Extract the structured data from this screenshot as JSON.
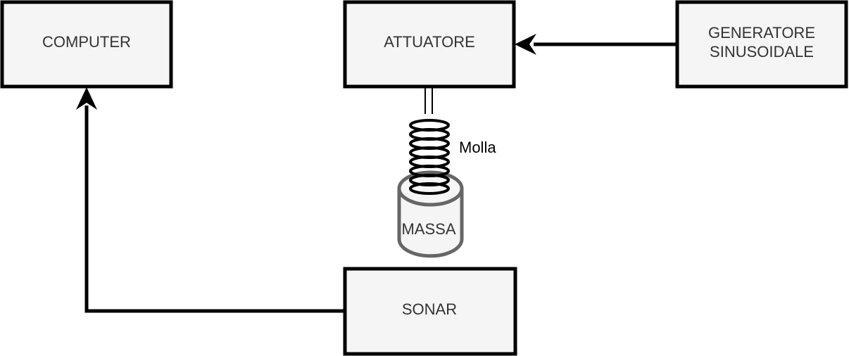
{
  "diagram": {
    "computer": {
      "label": "COMPUTER"
    },
    "actuator": {
      "label": "ATTUATORE"
    },
    "generator": {
      "label_line1": "GENERATORE",
      "label_line2": "SINUSOIDALE"
    },
    "sonar": {
      "label": "SONAR"
    },
    "mass": {
      "label": "MASSA"
    },
    "spring": {
      "label": "Molla"
    }
  },
  "colors": {
    "box_fill": "#f5f5f5",
    "box_stroke": "#000000",
    "mass_stroke": "#666666",
    "text": "#333333"
  }
}
